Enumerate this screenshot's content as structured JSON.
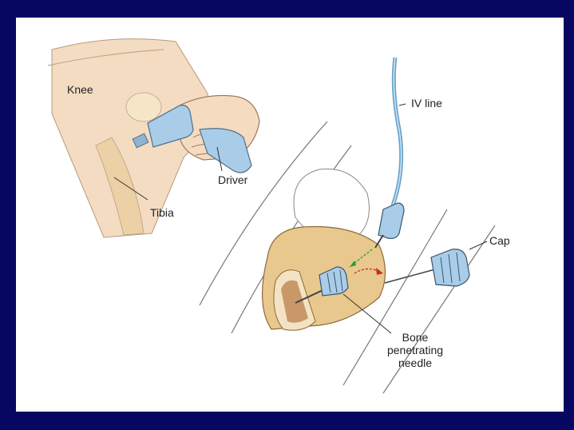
{
  "labels": {
    "knee": "Knee",
    "tibia": "Tibia",
    "driver": "Driver",
    "iv_line": "IV line",
    "cap": "Cap",
    "bone_needle_line1": "Bone",
    "bone_needle_line2": "penetrating",
    "bone_needle_line3": "needle"
  },
  "colors": {
    "background": "#070762",
    "panel": "#ffffff",
    "skin": "#f3dcc2",
    "bone": "#e8c88c",
    "device_blue": "#a9cce8",
    "outline": "#555555"
  }
}
